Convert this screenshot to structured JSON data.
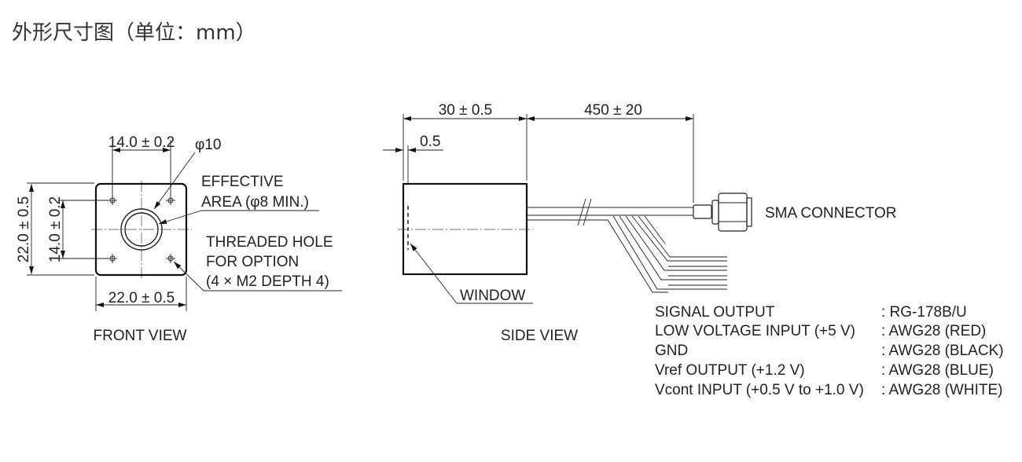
{
  "title": "外形尺寸图（单位：mm）",
  "front_view": {
    "caption": "FRONT VIEW",
    "dim_hole_pitch_h": "14.0 ± 0.2",
    "dim_hole_pitch_v": "14.0 ± 0.2",
    "dim_width": "22.0 ± 0.5",
    "dim_height": "22.0 ± 0.5",
    "dim_diameter": "φ10",
    "effective_area": [
      "EFFECTIVE",
      "AREA (φ8 MIN.)"
    ],
    "threaded_hole": [
      "THREADED HOLE",
      "FOR OPTION",
      "(4 × M2 DEPTH 4)"
    ]
  },
  "side_view": {
    "caption": "SIDE VIEW",
    "dim_length": "30 ± 0.5",
    "dim_cable": "450 ± 20",
    "dim_window": "0.5",
    "window_label": "WINDOW",
    "connector_label": "SMA CONNECTOR"
  },
  "wiring": [
    {
      "signal": "SIGNAL OUTPUT",
      "spec": ": RG-178B/U"
    },
    {
      "signal": "LOW VOLTAGE INPUT (+5 V)",
      "spec": ": AWG28 (RED)"
    },
    {
      "signal": "GND",
      "spec": ": AWG28 (BLACK)"
    },
    {
      "signal": "Vref OUTPUT (+1.2 V)",
      "spec": ": AWG28 (BLUE)"
    },
    {
      "signal": "Vcont INPUT (+0.5 V to +1.0 V)",
      "spec": ": AWG28 (WHITE)"
    }
  ]
}
